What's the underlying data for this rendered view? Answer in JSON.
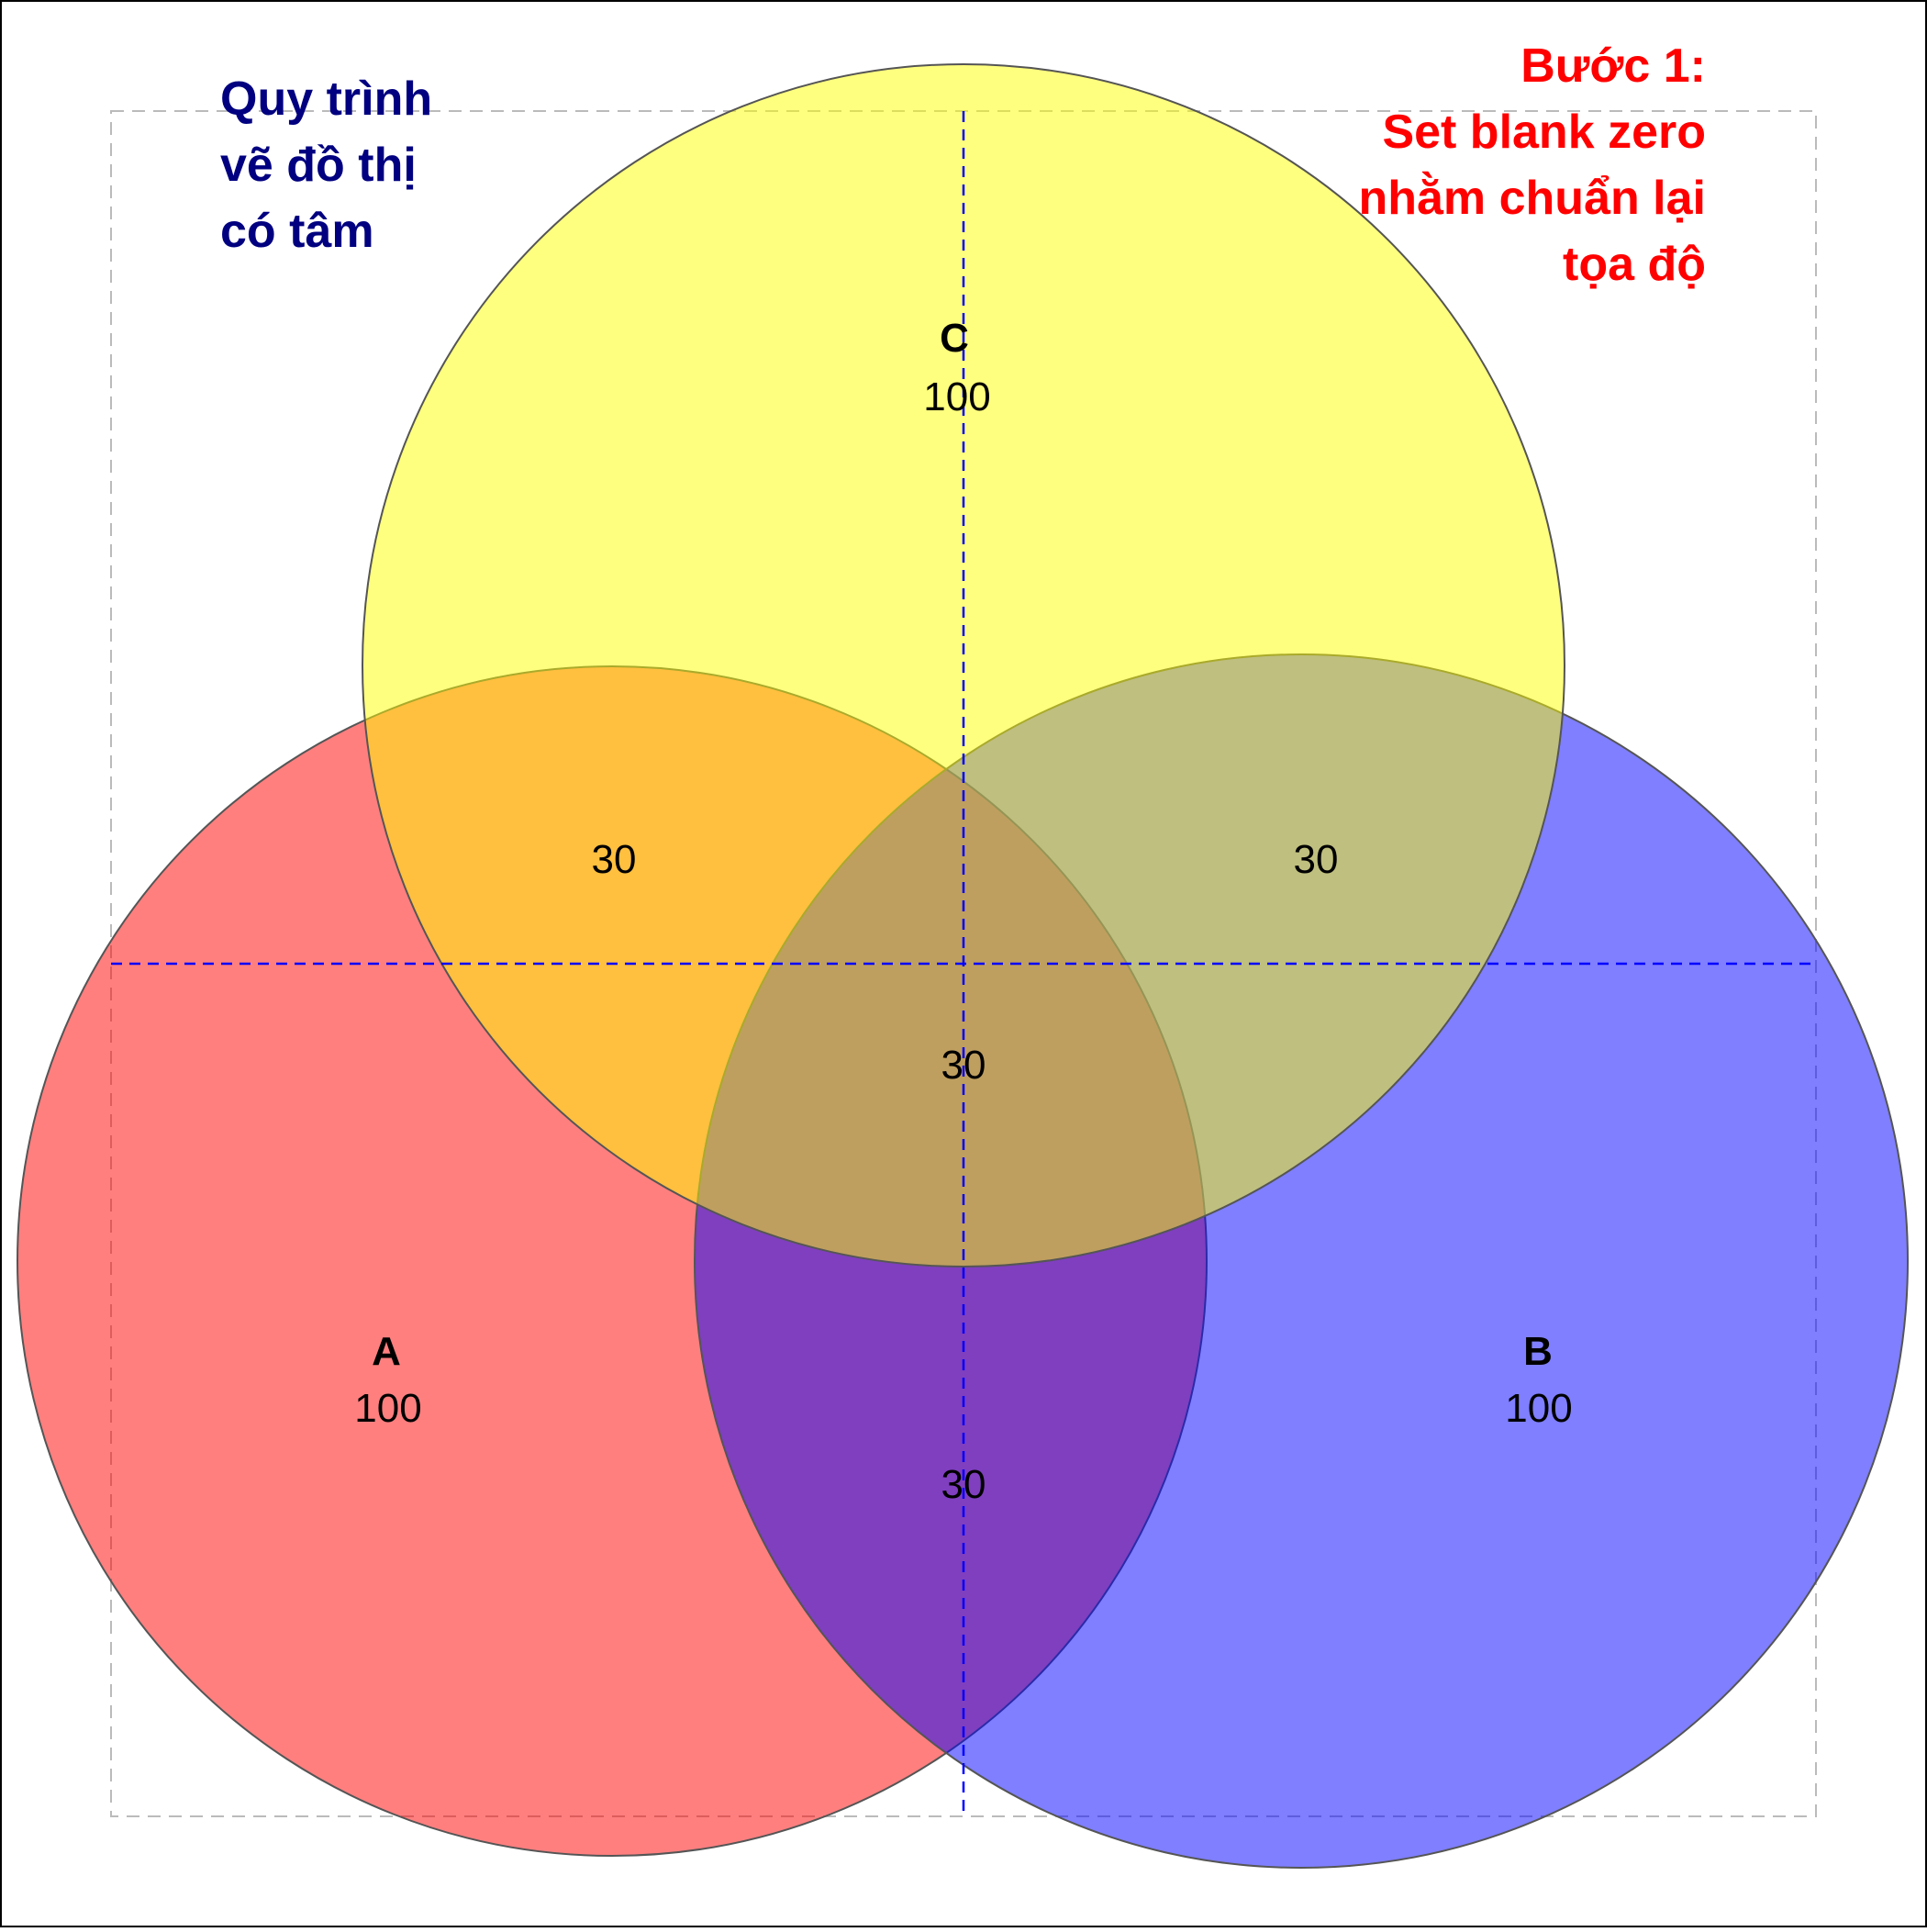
{
  "title_note": [
    "Quy trình",
    "vẽ đồ thị",
    "có tâm"
  ],
  "step_note": [
    "Bước 1:",
    "Set blank zero",
    "nhằm chuẩn lại",
    "tọa độ"
  ],
  "colors": {
    "set_a": "#ff0000",
    "set_b": "#0000ff",
    "set_c": "#ffff00",
    "title_note": "#000080",
    "step_note": "#ff0000",
    "guide_lines": "#0000ff",
    "frame": "#bbbbbb"
  },
  "sets": [
    {
      "key": "A",
      "label": "A",
      "value": "100"
    },
    {
      "key": "B",
      "label": "B",
      "value": "100"
    },
    {
      "key": "C",
      "label": "C",
      "value": "100"
    }
  ],
  "intersections": {
    "ac": "30",
    "bc": "30",
    "abc": "30",
    "ab": "30"
  }
}
